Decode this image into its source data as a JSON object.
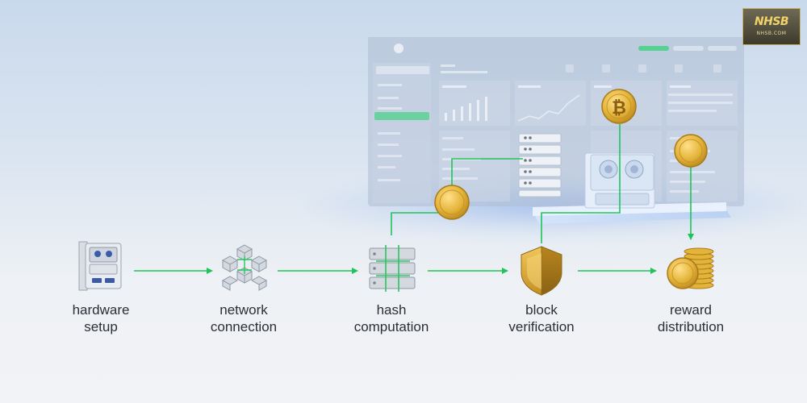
{
  "steps": [
    {
      "line1": "hardware",
      "line2": "setup"
    },
    {
      "line1": "network",
      "line2": "connection"
    },
    {
      "line1": "hash",
      "line2": "computation"
    },
    {
      "line1": "block",
      "line2": "verification"
    },
    {
      "line1": "reward",
      "line2": "distribution"
    }
  ],
  "coin_symbol": "₿",
  "watermark": {
    "main": "NHSB",
    "sub": "NHSB.COM"
  },
  "colors": {
    "flow_line": "#1fc35a",
    "coin": "#e4b43a",
    "label": "#2b2f36",
    "shield": "#d6a531"
  }
}
